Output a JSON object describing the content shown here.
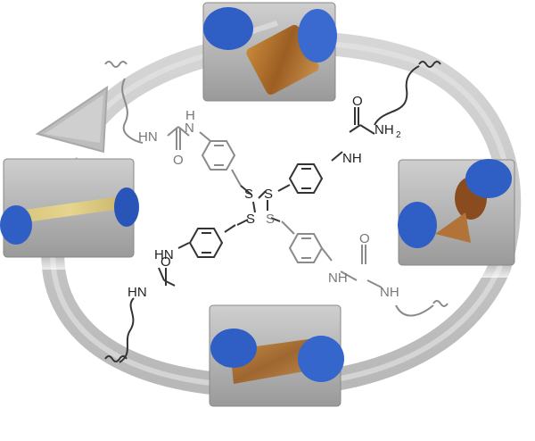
{
  "figure": {
    "photos": [
      {
        "id": "top",
        "description_icon": "photo-cutting-sample"
      },
      {
        "id": "left",
        "description_icon": "photo-healed-bar"
      },
      {
        "id": "right",
        "description_icon": "photo-cut-pieces"
      },
      {
        "id": "bottom",
        "description_icon": "photo-stretching-sample"
      }
    ],
    "labels": {
      "hn_upper_left": "HN",
      "h_upper_mid": "H",
      "n_upper_mid": "N",
      "o_upper_left": "O",
      "nh2_right": "NH",
      "nh2_sub": "2",
      "o_upper_right": "O",
      "nh_right": "NH",
      "s1": "S",
      "s2": "S",
      "s3": "S",
      "s4": "S",
      "hn_left_mid": "HN",
      "hn_left_low": "HN",
      "o_left_low": "O",
      "nh_lower_right_1": "NH",
      "o_lower_right": "O",
      "nh_lower_right_2": "NH"
    },
    "colors": {
      "ring": "#c8c8c8",
      "ring_dark": "#b4b4b4",
      "bond": "#333333",
      "bond_faded": "#8a8a8a",
      "glove": "#2f5fc4",
      "amber": "#b97a2f"
    }
  }
}
